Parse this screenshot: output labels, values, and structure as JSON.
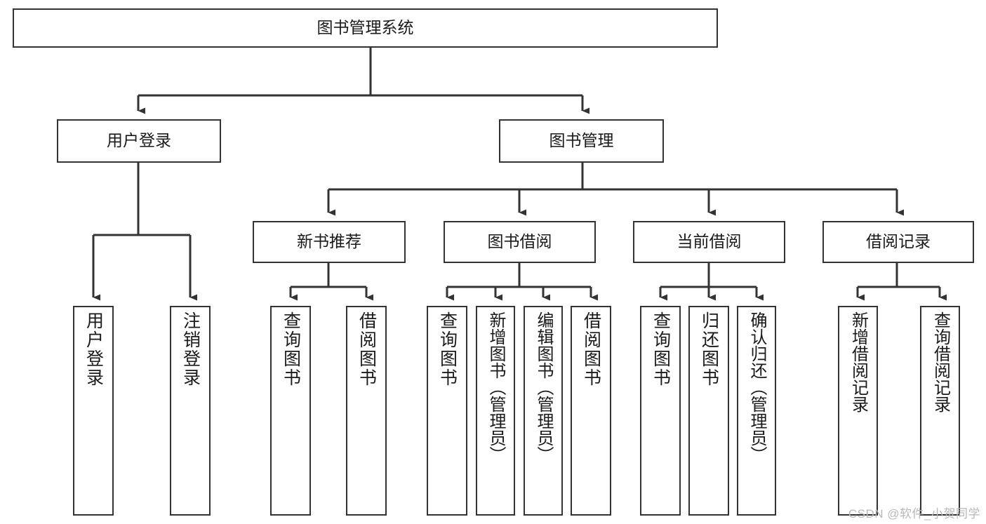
{
  "diagram": {
    "type": "hierarchy-tree",
    "title": "图书管理系统",
    "watermark": "CSDN @软件_小贺同学",
    "levels": {
      "root": {
        "label": "图书管理系统"
      },
      "level2": [
        {
          "label": "用户登录"
        },
        {
          "label": "图书管理"
        }
      ],
      "level3": [
        {
          "label": "新书推荐"
        },
        {
          "label": "图书借阅"
        },
        {
          "label": "当前借阅"
        },
        {
          "label": "借阅记录"
        }
      ],
      "leaves": [
        {
          "label": "用户登录",
          "parent": "用户登录"
        },
        {
          "label": "注销登录",
          "parent": "用户登录"
        },
        {
          "label": "查询图书",
          "parent": "新书推荐"
        },
        {
          "label": "借阅图书",
          "parent": "新书推荐"
        },
        {
          "label": "查询图书",
          "parent": "图书借阅"
        },
        {
          "label": "新增图书（管理员）",
          "parent": "图书借阅"
        },
        {
          "label": "编辑图书（管理员）",
          "parent": "图书借阅"
        },
        {
          "label": "借阅图书",
          "parent": "图书借阅"
        },
        {
          "label": "查询图书",
          "parent": "当前借阅"
        },
        {
          "label": "归还图书",
          "parent": "当前借阅"
        },
        {
          "label": "确认归还（管理员）",
          "parent": "当前借阅"
        },
        {
          "label": "新增借阅记录",
          "parent": "借阅记录"
        },
        {
          "label": "查询借阅记录",
          "parent": "借阅记录"
        }
      ]
    },
    "colors": {
      "stroke": "#333333",
      "fill": "#ffffff",
      "text": "#1a1a1a",
      "watermark": "#b8b8b8"
    }
  }
}
